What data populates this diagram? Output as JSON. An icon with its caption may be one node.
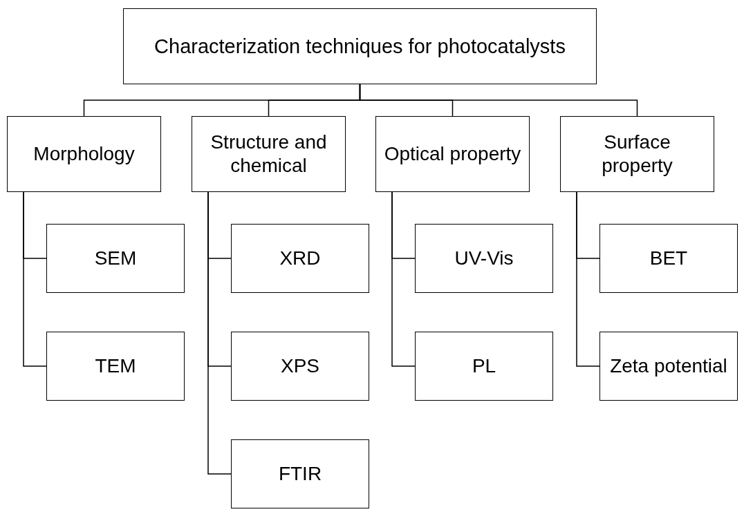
{
  "diagram": {
    "nodes": [
      {
        "text": [
          "Characterization techniques for photocatalysts"
        ]
      },
      {
        "text": [
          "Morphology"
        ]
      },
      {
        "text": [
          "Structure and chemical"
        ]
      },
      {
        "text": [
          "Optical property"
        ]
      },
      {
        "text": [
          "Surface property"
        ]
      },
      {
        "text": [
          "SEM"
        ]
      },
      {
        "text": [
          "TEM"
        ]
      },
      {
        "text": [
          "XRD"
        ]
      },
      {
        "text": [
          "XPS"
        ]
      },
      {
        "text": [
          "FTIR"
        ]
      },
      {
        "text": [
          "UV-Vis"
        ]
      },
      {
        "text": [
          "PL"
        ]
      },
      {
        "text": [
          "BET"
        ]
      },
      {
        "text": [
          "Zeta potential"
        ]
      }
    ],
    "edges": [
      {
        "from": 0,
        "to": 1,
        "arrow": "none"
      },
      {
        "from": 0,
        "to": 2,
        "arrow": "none"
      },
      {
        "from": 0,
        "to": 3,
        "arrow": "none"
      },
      {
        "from": 0,
        "to": 4,
        "arrow": "none"
      },
      {
        "from": 1,
        "to": 5,
        "arrow": "none"
      },
      {
        "from": 1,
        "to": 6,
        "arrow": "none"
      },
      {
        "from": 2,
        "to": 7,
        "arrow": "none"
      },
      {
        "from": 2,
        "to": 8,
        "arrow": "none"
      },
      {
        "from": 2,
        "to": 9,
        "arrow": "none"
      },
      {
        "from": 3,
        "to": 10,
        "arrow": "none"
      },
      {
        "from": 3,
        "to": 11,
        "arrow": "none"
      },
      {
        "from": 4,
        "to": 12,
        "arrow": "none"
      },
      {
        "from": 4,
        "to": 13,
        "arrow": "none"
      }
    ]
  }
}
